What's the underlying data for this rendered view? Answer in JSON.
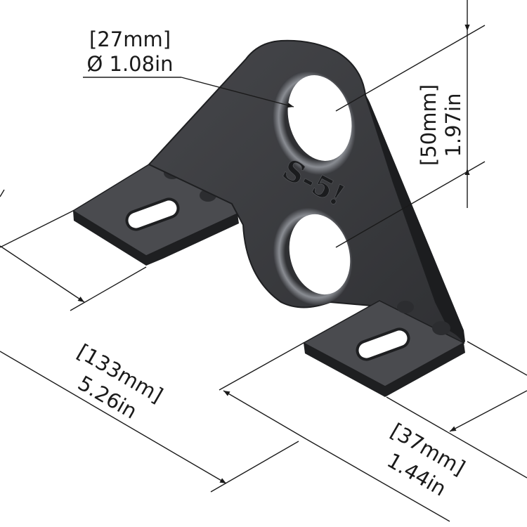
{
  "colors": {
    "plate": "#3a3b3e",
    "plate_edge": "#1e1f21",
    "plate_highlight": "#56585c",
    "hole_interior": "#ffffff",
    "dimension_lines": "#1a1a1a"
  },
  "logo": {
    "text": "S-5!"
  },
  "dimensions": {
    "hole_diameter": {
      "metric": "[27mm]",
      "imperial": "Ø 1.08in"
    },
    "hole_spacing": {
      "metric": "[50mm]",
      "imperial": "1.97in"
    },
    "overall_width": {
      "metric": "[133mm]",
      "imperial": "5.26in"
    },
    "foot_depth": {
      "metric": "[37mm]",
      "imperial": "1.44in"
    }
  }
}
